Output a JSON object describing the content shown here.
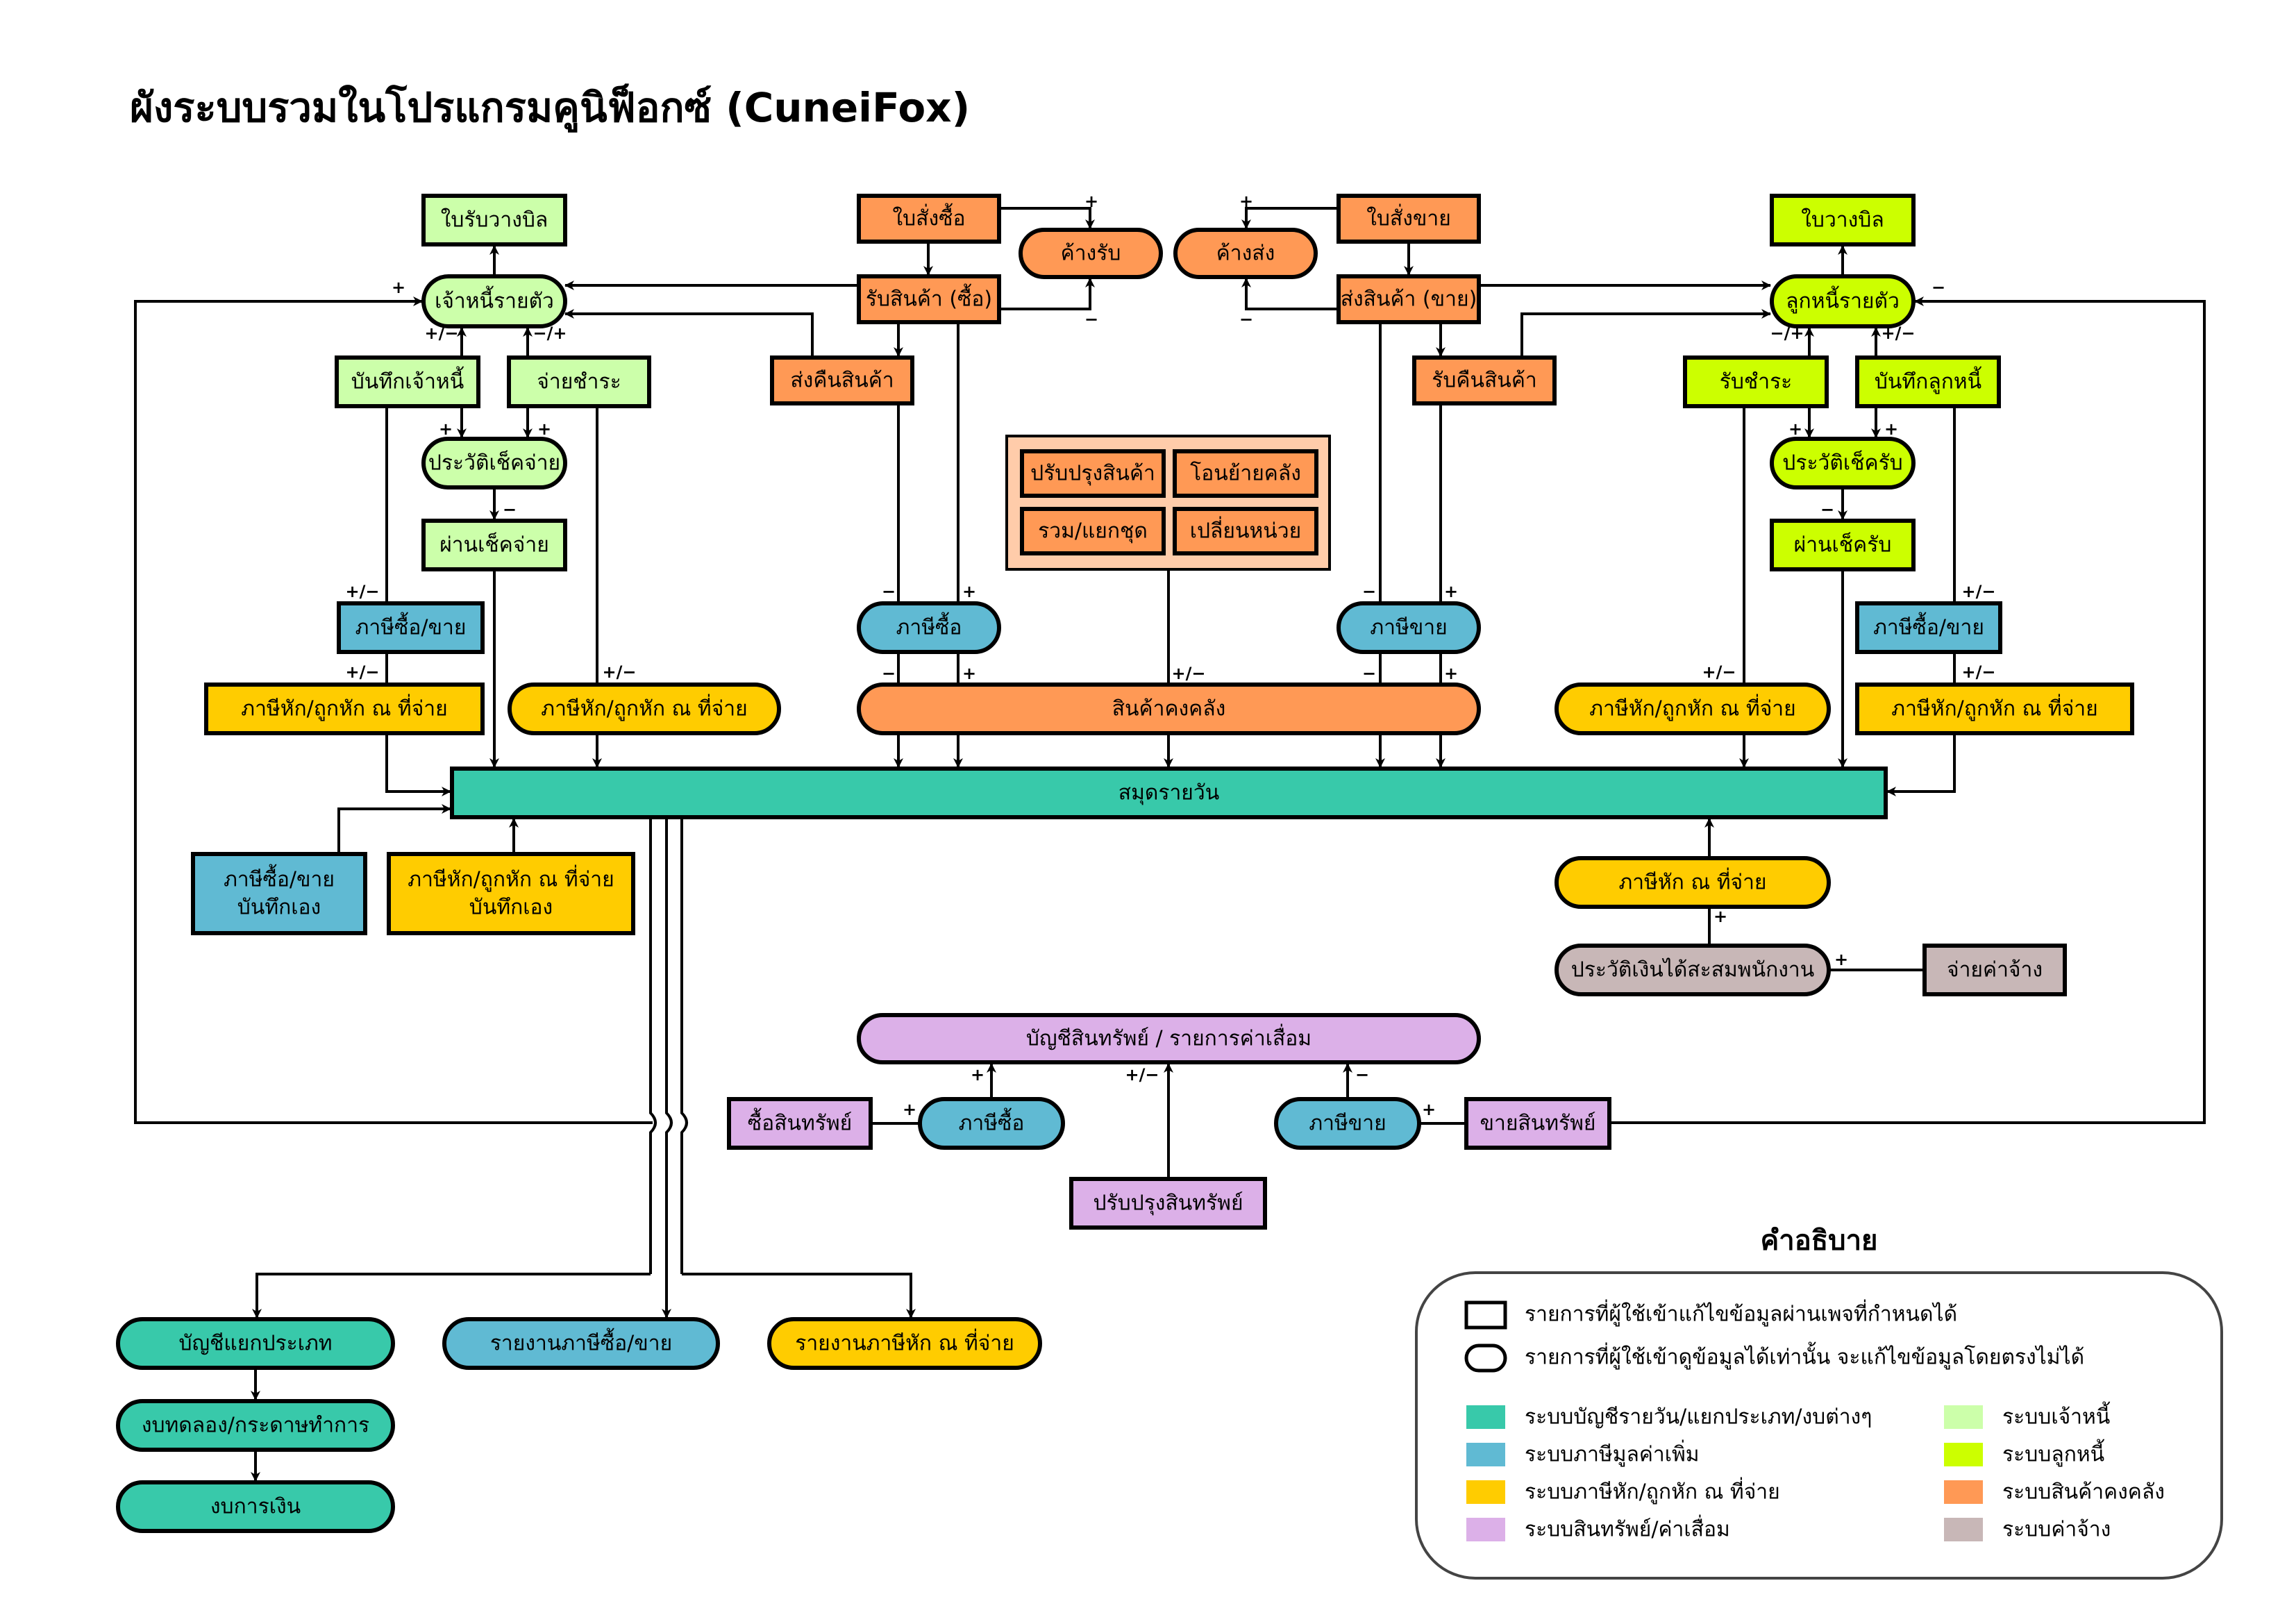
{
  "title": "ผังระบบรวมในโปรแกรมคูนิฟ็อกซ์ (CuneiFox)",
  "colors": {
    "accounting": "#38C9AA",
    "vat": "#60BAD3",
    "wht": "#FFCC00",
    "asset": "#DCB0E8",
    "creditor": "#CCFFAA",
    "debtor": "#CCFF00",
    "inventory": "#FF9955",
    "inventory_group_bg": "#FFCCAA",
    "payroll": "#C8B7B7"
  },
  "nodes": {
    "bill_receipt": {
      "label": "ใบรับวางบิล",
      "system": "creditor",
      "shape": "rect"
    },
    "creditor_ledger": {
      "label": "เจ้าหนี้รายตัว",
      "system": "creditor",
      "shape": "pill"
    },
    "record_creditor": {
      "label": "บันทึกเจ้าหนี้",
      "system": "creditor",
      "shape": "rect"
    },
    "pay_settlement": {
      "label": "จ่ายชำระ",
      "system": "creditor",
      "shape": "rect"
    },
    "paid_cheque_history": {
      "label": "ประวัติเช็คจ่าย",
      "system": "creditor",
      "shape": "pill"
    },
    "clear_paid_cheque": {
      "label": "ผ่านเช็คจ่าย",
      "system": "creditor",
      "shape": "rect"
    },
    "purchase_order": {
      "label": "ใบสั่งซื้อ",
      "system": "inventory",
      "shape": "rect"
    },
    "pending_receive": {
      "label": "ค้างรับ",
      "system": "inventory",
      "shape": "pill"
    },
    "receive_goods": {
      "label": "รับสินค้า (ซื้อ)",
      "system": "inventory",
      "shape": "rect"
    },
    "return_goods": {
      "label": "ส่งคืนสินค้า",
      "system": "inventory",
      "shape": "rect"
    },
    "sales_order": {
      "label": "ใบสั่งขาย",
      "system": "inventory",
      "shape": "rect"
    },
    "pending_delivery": {
      "label": "ค้างส่ง",
      "system": "inventory",
      "shape": "pill"
    },
    "deliver_goods": {
      "label": "ส่งสินค้า (ขาย)",
      "system": "inventory",
      "shape": "rect"
    },
    "receive_return": {
      "label": "รับคืนสินค้า",
      "system": "inventory",
      "shape": "rect"
    },
    "adjust_goods": {
      "label": "ปรับปรุงสินค้า",
      "system": "inventory",
      "shape": "rect"
    },
    "transfer_warehouse": {
      "label": "โอนย้ายคลัง",
      "system": "inventory",
      "shape": "rect"
    },
    "combine_split": {
      "label": "รวม/แยกชุด",
      "system": "inventory",
      "shape": "rect"
    },
    "change_unit": {
      "label": "เปลี่ยนหน่วย",
      "system": "inventory",
      "shape": "rect"
    },
    "input_vat": {
      "label": "ภาษีซื้อ",
      "system": "vat",
      "shape": "pill"
    },
    "output_vat": {
      "label": "ภาษีขาย",
      "system": "vat",
      "shape": "pill"
    },
    "inventory": {
      "label": "สินค้าคงคลัง",
      "system": "inventory",
      "shape": "pill"
    },
    "invoice_bill": {
      "label": "ใบวางบิล",
      "system": "debtor",
      "shape": "rect"
    },
    "debtor_ledger": {
      "label": "ลูกหนี้รายตัว",
      "system": "debtor",
      "shape": "pill"
    },
    "receive_settlement": {
      "label": "รับชำระ",
      "system": "debtor",
      "shape": "rect"
    },
    "record_debtor": {
      "label": "บันทึกลูกหนี้",
      "system": "debtor",
      "shape": "rect"
    },
    "received_cheque_history": {
      "label": "ประวัติเช็ครับ",
      "system": "debtor",
      "shape": "pill"
    },
    "clear_received_cheque": {
      "label": "ผ่านเช็ครับ",
      "system": "debtor",
      "shape": "rect"
    },
    "vat_left": {
      "label": "ภาษีซื้อ/ขาย",
      "system": "vat",
      "shape": "rect"
    },
    "wht_left_rect": {
      "label": "ภาษีหัก/ถูกหัก ณ ที่จ่าย",
      "system": "wht",
      "shape": "rect"
    },
    "wht_left_pill": {
      "label": "ภาษีหัก/ถูกหัก ณ ที่จ่าย",
      "system": "wht",
      "shape": "pill"
    },
    "wht_right_pill": {
      "label": "ภาษีหัก/ถูกหัก ณ ที่จ่าย",
      "system": "wht",
      "shape": "pill"
    },
    "vat_right": {
      "label": "ภาษีซื้อ/ขาย",
      "system": "vat",
      "shape": "rect"
    },
    "wht_right_rect": {
      "label": "ภาษีหัก/ถูกหัก ณ ที่จ่าย",
      "system": "wht",
      "shape": "rect"
    },
    "journal": {
      "label": "สมุดรายวัน",
      "system": "accounting",
      "shape": "rect"
    },
    "vat_manual": {
      "label": "ภาษีซื้อ/ขาย\nบันทึกเอง",
      "system": "vat",
      "shape": "rect"
    },
    "wht_manual": {
      "label": "ภาษีหัก/ถูกหัก ณ ที่จ่าย\nบันทึกเอง",
      "system": "wht",
      "shape": "rect"
    },
    "wht_payroll": {
      "label": "ภาษีหัก ณ ที่จ่าย",
      "system": "wht",
      "shape": "pill"
    },
    "employee_income_history": {
      "label": "ประวัติเงินได้สะสมพนักงาน",
      "system": "payroll",
      "shape": "pill"
    },
    "pay_wages": {
      "label": "จ่ายค่าจ้าง",
      "system": "payroll",
      "shape": "rect"
    },
    "asset_register": {
      "label": "บัญชีสินทรัพย์ / รายการค่าเสื่อม",
      "system": "asset",
      "shape": "pill"
    },
    "buy_asset": {
      "label": "ซื้อสินทรัพย์",
      "system": "asset",
      "shape": "rect"
    },
    "asset_input_vat": {
      "label": "ภาษีซื้อ",
      "system": "vat",
      "shape": "pill"
    },
    "asset_output_vat": {
      "label": "ภาษีขาย",
      "system": "vat",
      "shape": "pill"
    },
    "sell_asset": {
      "label": "ขายสินทรัพย์",
      "system": "asset",
      "shape": "rect"
    },
    "adjust_asset": {
      "label": "ปรับปรุงสินทรัพย์",
      "system": "asset",
      "shape": "rect"
    },
    "general_ledger": {
      "label": "บัญชีแยกประเภท",
      "system": "accounting",
      "shape": "pill"
    },
    "trial_balance": {
      "label": "งบทดลอง/กระดาษทำการ",
      "system": "accounting",
      "shape": "pill"
    },
    "financial_statements": {
      "label": "งบการเงิน",
      "system": "accounting",
      "shape": "pill"
    },
    "vat_report": {
      "label": "รายงานภาษีซื้อ/ขาย",
      "system": "vat",
      "shape": "pill"
    },
    "wht_report": {
      "label": "รายงานภาษีหัก ณ ที่จ่าย",
      "system": "wht",
      "shape": "pill"
    }
  },
  "edges": [
    {
      "from": "creditor_ledger",
      "to": "bill_receipt",
      "sign": ""
    },
    {
      "from": "record_creditor",
      "to": "creditor_ledger",
      "sign": "+/−"
    },
    {
      "from": "pay_settlement",
      "to": "creditor_ledger",
      "sign": "−/+"
    },
    {
      "from": "record_creditor",
      "to": "paid_cheque_history",
      "sign": "+"
    },
    {
      "from": "pay_settlement",
      "to": "paid_cheque_history",
      "sign": "+"
    },
    {
      "from": "paid_cheque_history",
      "to": "clear_paid_cheque",
      "sign": "−"
    },
    {
      "from": "receive_goods",
      "to": "creditor_ledger",
      "sign": ""
    },
    {
      "from": "return_goods",
      "to": "creditor_ledger",
      "sign": ""
    },
    {
      "from": "buy_asset",
      "to": "creditor_ledger",
      "sign": "+"
    },
    {
      "from": "purchase_order",
      "to": "pending_receive",
      "sign": "+"
    },
    {
      "from": "receive_goods",
      "to": "pending_receive",
      "sign": "−"
    },
    {
      "from": "purchase_order",
      "to": "receive_goods",
      "sign": ""
    },
    {
      "from": "receive_goods",
      "to": "return_goods",
      "sign": ""
    },
    {
      "from": "sales_order",
      "to": "pending_delivery",
      "sign": "+"
    },
    {
      "from": "deliver_goods",
      "to": "pending_delivery",
      "sign": "−"
    },
    {
      "from": "sales_order",
      "to": "deliver_goods",
      "sign": ""
    },
    {
      "from": "deliver_goods",
      "to": "receive_return",
      "sign": ""
    },
    {
      "from": "deliver_goods",
      "to": "debtor_ledger",
      "sign": ""
    },
    {
      "from": "receive_return",
      "to": "debtor_ledger",
      "sign": ""
    },
    {
      "from": "sell_asset",
      "to": "debtor_ledger",
      "sign": "−"
    },
    {
      "from": "debtor_ledger",
      "to": "invoice_bill",
      "sign": ""
    },
    {
      "from": "receive_settlement",
      "to": "debtor_ledger",
      "sign": "−/+"
    },
    {
      "from": "record_debtor",
      "to": "debtor_ledger",
      "sign": "+/−"
    },
    {
      "from": "receive_settlement",
      "to": "received_cheque_history",
      "sign": "+"
    },
    {
      "from": "record_debtor",
      "to": "received_cheque_history",
      "sign": "+"
    },
    {
      "from": "received_cheque_history",
      "to": "clear_received_cheque",
      "sign": "−"
    },
    {
      "from": "return_goods",
      "to": "input_vat",
      "sign": "−"
    },
    {
      "from": "receive_goods",
      "to": "input_vat",
      "sign": "+"
    },
    {
      "from": "deliver_goods",
      "to": "output_vat",
      "sign": "−"
    },
    {
      "from": "receive_return",
      "to": "output_vat",
      "sign": "+"
    },
    {
      "from": "input_vat",
      "to": "inventory",
      "sign": "−"
    },
    {
      "from": "input_vat",
      "to": "inventory",
      "sign": "+"
    },
    {
      "from": "adjust_goods",
      "to": "inventory",
      "sign": "+/−"
    },
    {
      "from": "output_vat",
      "to": "inventory",
      "sign": "−"
    },
    {
      "from": "output_vat",
      "to": "inventory",
      "sign": "+"
    },
    {
      "from": "inventory",
      "to": "journal",
      "sign": ""
    },
    {
      "from": "record_creditor",
      "to": "vat_left",
      "sign": "+/−"
    },
    {
      "from": "vat_left",
      "to": "wht_left_rect",
      "sign": "+/−"
    },
    {
      "from": "wht_left_rect",
      "to": "journal",
      "sign": ""
    },
    {
      "from": "clear_paid_cheque",
      "to": "journal",
      "sign": ""
    },
    {
      "from": "pay_settlement",
      "to": "wht_left_pill",
      "sign": "+/−"
    },
    {
      "from": "wht_left_pill",
      "to": "journal",
      "sign": ""
    },
    {
      "from": "receive_settlement",
      "to": "wht_right_pill",
      "sign": "+/−"
    },
    {
      "from": "wht_right_pill",
      "to": "journal",
      "sign": ""
    },
    {
      "from": "clear_received_cheque",
      "to": "journal",
      "sign": ""
    },
    {
      "from": "record_debtor",
      "to": "vat_right",
      "sign": "+/−"
    },
    {
      "from": "vat_right",
      "to": "wht_right_rect",
      "sign": "+/−"
    },
    {
      "from": "wht_right_rect",
      "to": "journal",
      "sign": ""
    },
    {
      "from": "vat_manual",
      "to": "journal",
      "sign": ""
    },
    {
      "from": "wht_manual",
      "to": "journal",
      "sign": ""
    },
    {
      "from": "wht_payroll",
      "to": "journal",
      "sign": ""
    },
    {
      "from": "employee_income_history",
      "to": "wht_payroll",
      "sign": "+"
    },
    {
      "from": "pay_wages",
      "to": "employee_income_history",
      "sign": "+"
    },
    {
      "from": "buy_asset",
      "to": "asset_input_vat",
      "sign": "+"
    },
    {
      "from": "asset_input_vat",
      "to": "asset_register",
      "sign": "+"
    },
    {
      "from": "adjust_asset",
      "to": "asset_register",
      "sign": "+/−"
    },
    {
      "from": "asset_output_vat",
      "to": "asset_register",
      "sign": "−"
    },
    {
      "from": "sell_asset",
      "to": "asset_output_vat",
      "sign": "+"
    },
    {
      "from": "journal",
      "to": "general_ledger",
      "sign": ""
    },
    {
      "from": "journal",
      "to": "vat_report",
      "sign": ""
    },
    {
      "from": "journal",
      "to": "wht_report",
      "sign": ""
    },
    {
      "from": "general_ledger",
      "to": "trial_balance",
      "sign": ""
    },
    {
      "from": "trial_balance",
      "to": "financial_statements",
      "sign": ""
    }
  ],
  "legend": {
    "title": "คำอธิบาย",
    "shapes": [
      {
        "shape": "rect",
        "label": "รายการที่ผู้ใช้เข้าแก้ไขข้อมูลผ่านเพจที่กำหนดได้"
      },
      {
        "shape": "pill",
        "label": "รายการที่ผู้ใช้เข้าดูข้อมูลได้เท่านั้น จะแก้ไขข้อมูลโดยตรงไม่ได้"
      }
    ],
    "systems": [
      {
        "system": "accounting",
        "label": "ระบบบัญชีรายวัน/แยกประเภท/งบต่างๆ"
      },
      {
        "system": "creditor",
        "label": "ระบบเจ้าหนี้"
      },
      {
        "system": "vat",
        "label": "ระบบภาษีมูลค่าเพิ่ม"
      },
      {
        "system": "debtor",
        "label": "ระบบลูกหนี้"
      },
      {
        "system": "wht",
        "label": "ระบบภาษีหัก/ถูกหัก ณ ที่จ่าย"
      },
      {
        "system": "inventory",
        "label": "ระบบสินค้าคงคลัง"
      },
      {
        "system": "asset",
        "label": "ระบบสินทรัพย์/ค่าเสื่อม"
      },
      {
        "system": "payroll",
        "label": "ระบบค่าจ้าง"
      }
    ]
  }
}
